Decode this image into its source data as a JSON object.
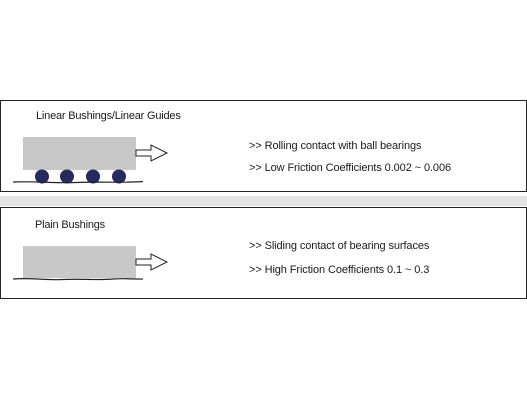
{
  "panels": [
    {
      "title": "Linear Bushings/Linear Guides",
      "lines": [
        ">> Rolling contact with ball bearings",
        ">> Low Friction Coefficients  0.002 ~ 0.006"
      ]
    },
    {
      "title": "Plain Bushings",
      "lines": [
        ">> Sliding contact of bearing surfaces",
        ">>  High Friction Coefficients 0.1 ~ 0.3"
      ]
    }
  ],
  "colors": {
    "block": "#c8c8c8",
    "ball": "#262a5c",
    "border": "#222222",
    "separator": "#e4e4e4"
  }
}
